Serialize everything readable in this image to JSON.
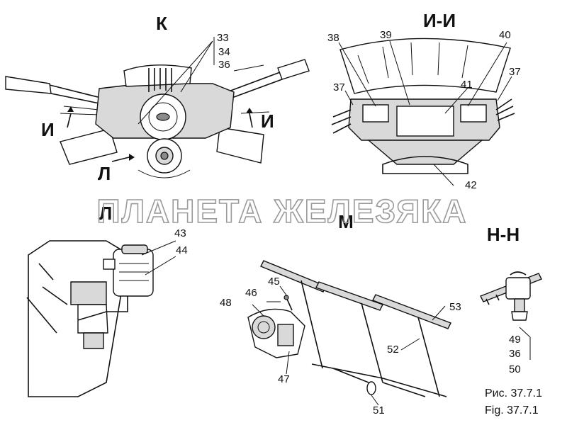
{
  "views": {
    "k": "К",
    "i_i": "И-И",
    "l_top": "Л",
    "l_section": "Л",
    "i_left": "И",
    "i_right": "И",
    "m": "М",
    "n_n": "Н-Н"
  },
  "callouts": {
    "c33": "33",
    "c34": "34",
    "c36": "36",
    "c38": "38",
    "c39": "39",
    "c40": "40",
    "c37_left": "37",
    "c37_right": "37",
    "c41": "41",
    "c42": "42",
    "c43": "43",
    "c44": "44",
    "c45": "45",
    "c46": "46",
    "c47": "47",
    "c48": "48",
    "c51": "51",
    "c52": "52",
    "c53": "53",
    "c49": "49",
    "c36_b": "36",
    "c50": "50"
  },
  "caption": {
    "ru": "Рис. 37.7.1",
    "en": "Fig. 37.7.1"
  },
  "watermark": "ПЛАНЕТА ЖЕЛЕЗЯКА"
}
